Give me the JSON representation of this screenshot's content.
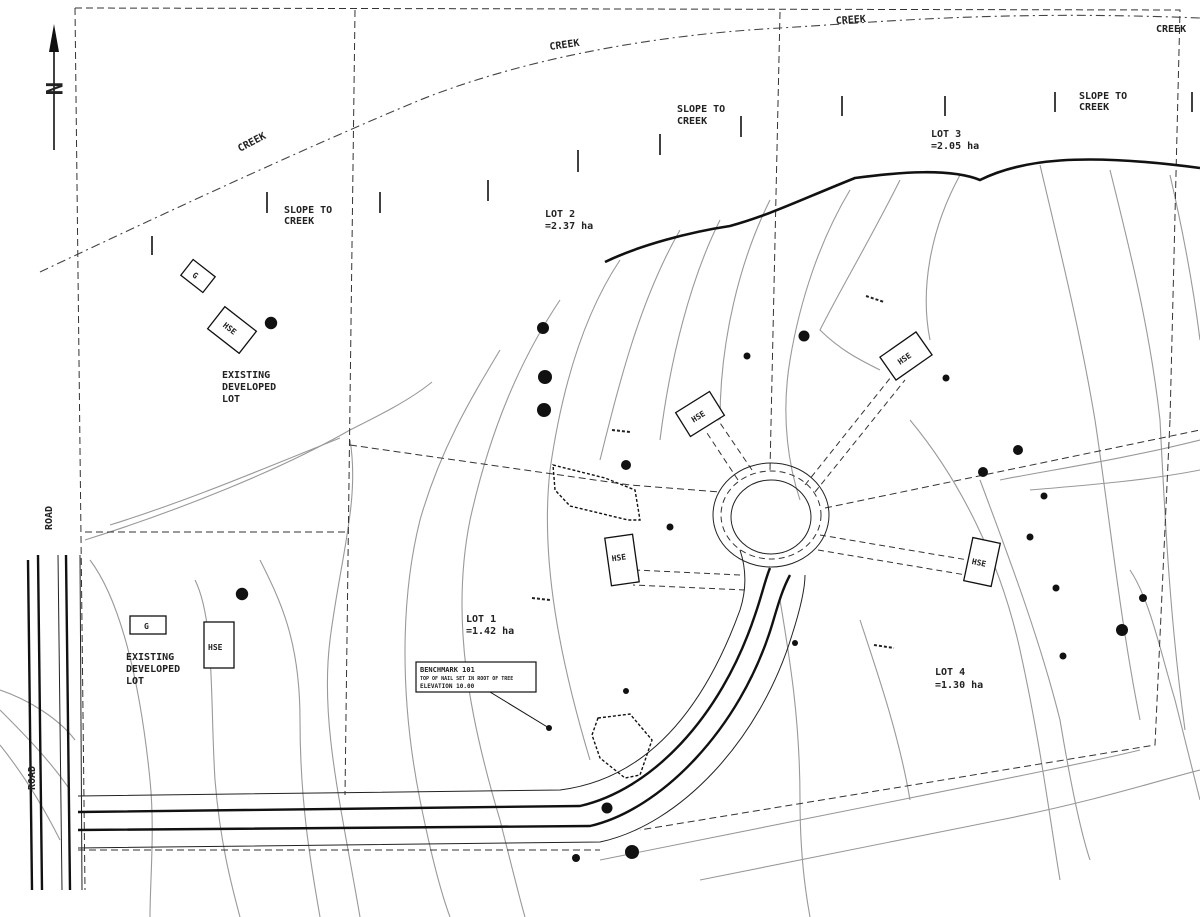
{
  "north_arrow": {
    "letters": [
      "N"
    ]
  },
  "labels": {
    "creek_1": "CREEK",
    "creek_2": "CREEK",
    "creek_3": "CREEK",
    "slope_a_1": "SLOPE TO",
    "slope_a_2": "CREEK",
    "slope_b_1": "SLOPE TO",
    "slope_b_2": "CREEK",
    "slope_c_1": "SLOPE TO",
    "slope_c_2": "CREEK",
    "existing_1_a": "EXISTING",
    "existing_1_b": "DEVELOPED",
    "existing_1_c": "LOT",
    "existing_2_a": "EXISTING",
    "existing_2_b": "DEVELOPED",
    "existing_2_c": "LOT",
    "lot1_name": "LOT 1",
    "lot1_area": "=1.42 ha",
    "lot2_name": "LOT 2",
    "lot2_area": "=2.37 ha",
    "lot3_name": "LOT 3",
    "lot3_area": "=2.05 ha",
    "lot4_name": "LOT 4",
    "lot4_area": "=1.30 ha",
    "hse": "HSE",
    "garage": "G",
    "road_1": "ROAD",
    "road_2": "ROAD",
    "benchmark_title": "BENCHMARK 101",
    "benchmark_note": "TOP OF NAIL SET IN ROOT OF TREE",
    "benchmark_elev": "ELEVATION 10.00"
  }
}
